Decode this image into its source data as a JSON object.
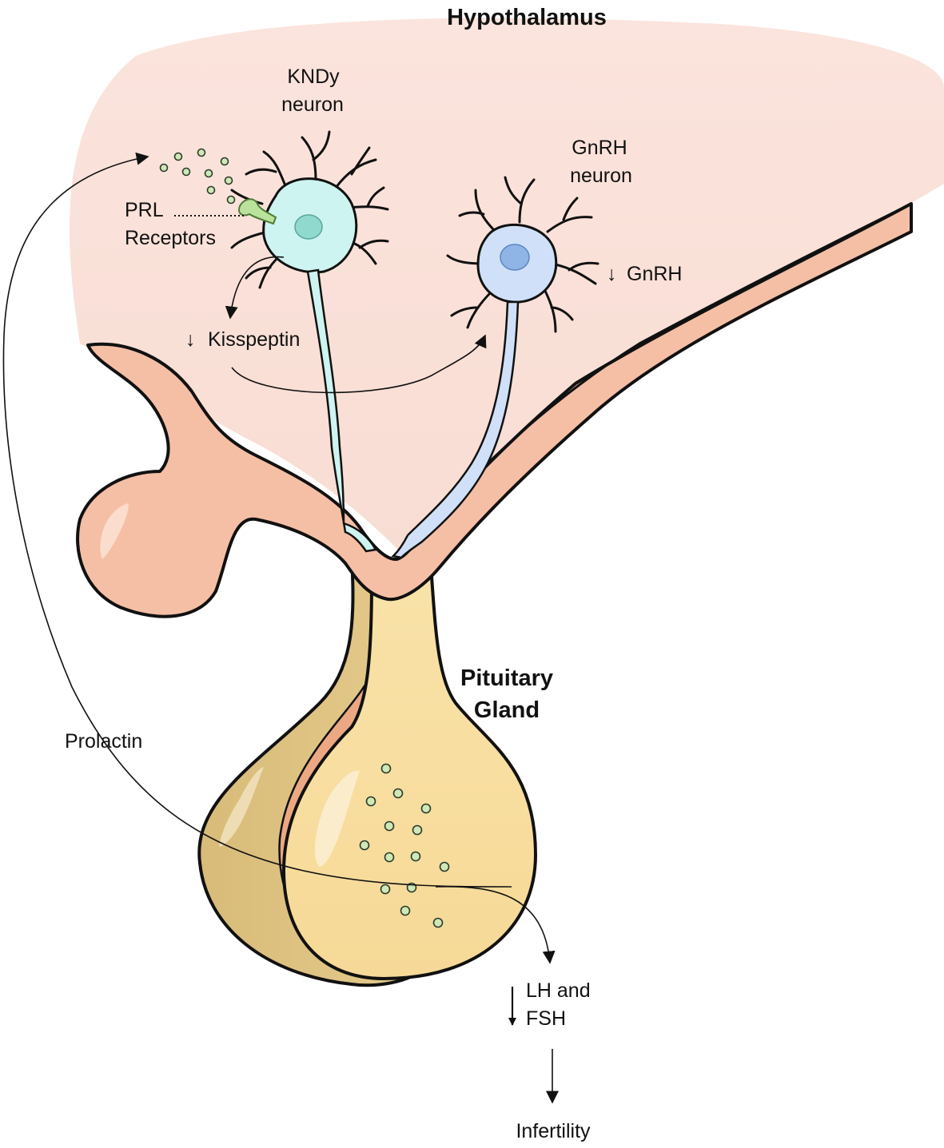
{
  "labels": {
    "hypothalamus": "Hypothalamus",
    "kndy_line1": "KNDy",
    "kndy_line2": "neuron",
    "gnrh_line1": "GnRH",
    "gnrh_line2": "neuron",
    "prl": "PRL",
    "receptors": "Receptors",
    "kisspeptin_arrow": "↓",
    "kisspeptin": "Kisspeptin",
    "gnrh_arrow": "↓",
    "gnrh_effect": "GnRH",
    "pituitary_line1": "Pituitary",
    "pituitary_line2": "Gland",
    "prolactin": "Prolactin",
    "lhfsh_line1": "LH and",
    "lhfsh_line2": "FSH",
    "infertility": "Infertility"
  },
  "colors": {
    "hypothalamus_fill": "#fbe0d8",
    "membrane_fill": "#f5bfa5",
    "kndy_neuron": "#cdf4f0",
    "gnrh_neuron": "#cfe0f8",
    "pituitary_front": "#f8dfa0",
    "pituitary_back": "#dfc485",
    "prolactin_granule": "#cfe8b6",
    "prl_receptor": "#b9e39a"
  }
}
